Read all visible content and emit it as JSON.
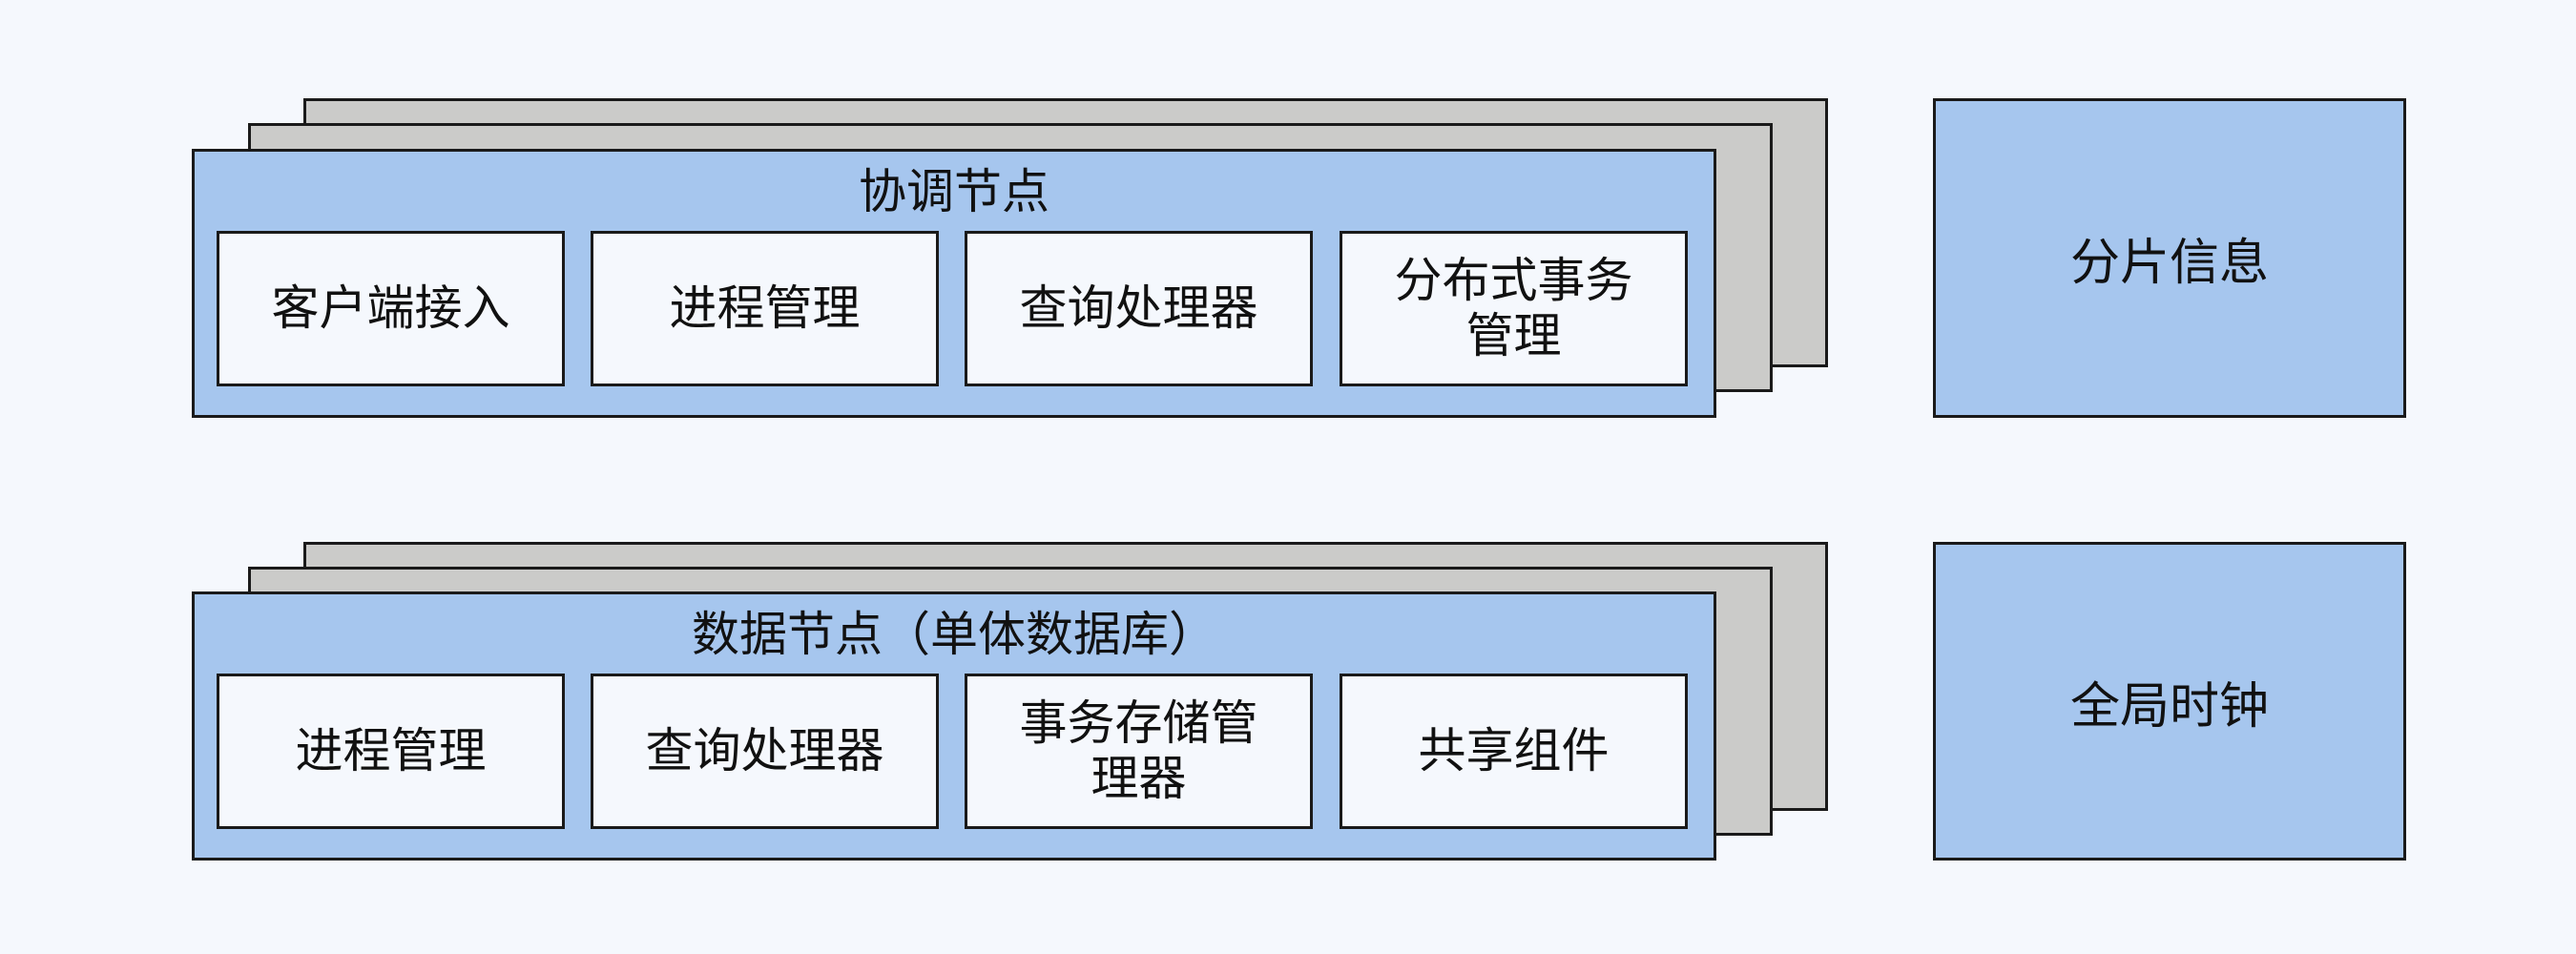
{
  "coordinator": {
    "title": "协调节点",
    "components": [
      "客户端接入",
      "进程管理",
      "查询处理器",
      "分布式事务管理"
    ]
  },
  "datanode": {
    "title": "数据节点（单体数据库）",
    "components": [
      "进程管理",
      "查询处理器",
      "事务存储管理器",
      "共享组件"
    ]
  },
  "shard_info": "分片信息",
  "global_clock": "全局时钟",
  "colors": {
    "node_fill": "#a6c6ee",
    "stack_fill": "#cbcbc9",
    "component_fill": "#f5f8fd",
    "border": "#1a1a1a"
  }
}
